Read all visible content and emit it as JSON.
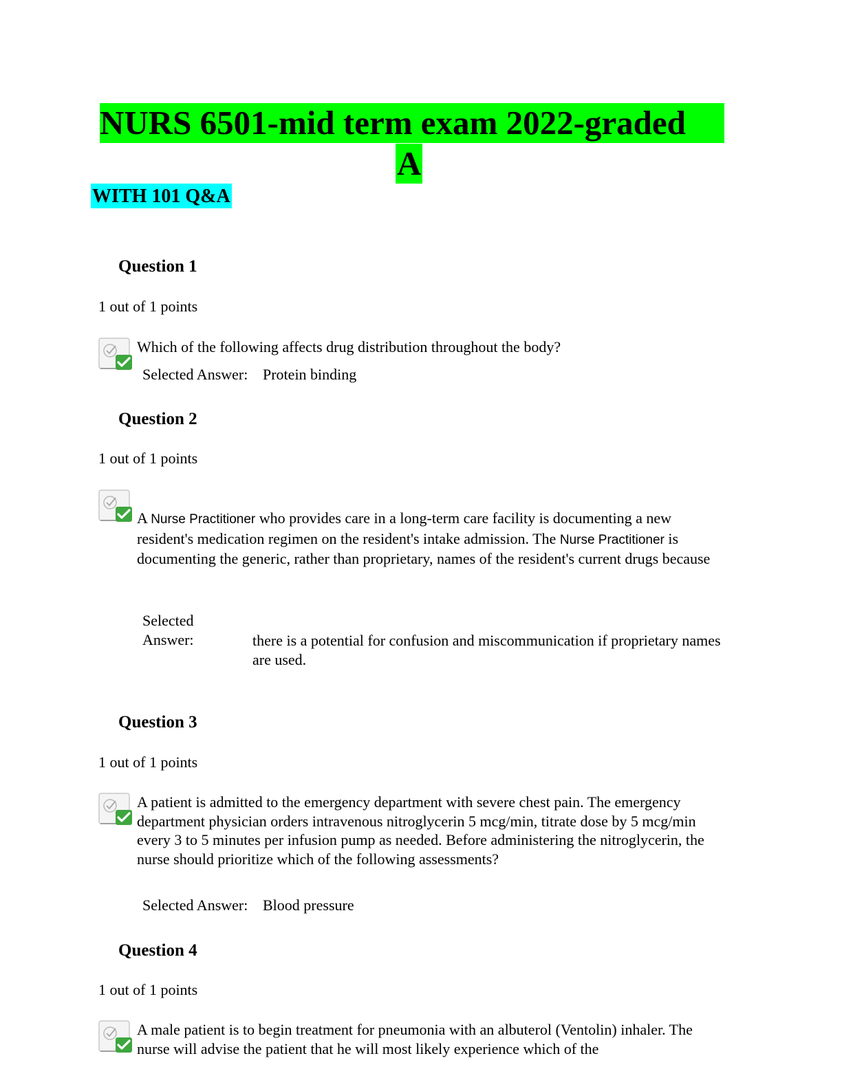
{
  "document": {
    "title_line1": "NURS 6501-mid term exam 2022-graded",
    "title_line2": "A",
    "subtitle": "WITH 101 Q&A",
    "highlight_title": "#00ff00",
    "highlight_subtitle": "#00ffff"
  },
  "questions": [
    {
      "heading": "Question 1",
      "points": "1 out of 1 points",
      "icon": "correct-answer-check-icon",
      "text": "Which of the following affects drug distribution throughout the body?",
      "selected_label": "Selected Answer:",
      "selected_answer": "Protein binding"
    },
    {
      "heading": "Question 2",
      "points": "1 out of 1 points",
      "icon": "correct-answer-check-icon",
      "text_parts": [
        "A ",
        "Nurse Practitioner",
        " who provides care in a long-term care facility is documenting a new resident's medication regimen on the resident's intake admission. The ",
        "Nurse Practitioner",
        " is documenting the generic, rather than proprietary, names of the resident's current drugs because"
      ],
      "selected_label_line1": "Selected",
      "selected_label_line2": "Answer:",
      "selected_answer": "there is a potential for confusion and miscommunication if proprietary names are used."
    },
    {
      "heading": "Question 3",
      "points": "1 out of 1 points",
      "icon": "correct-answer-check-icon",
      "text": "A patient is admitted to the emergency department with severe chest pain. The emergency department physician orders intravenous nitroglycerin 5 mcg/min, titrate dose by 5 mcg/min every 3 to 5 minutes per infusion pump as needed. Before administering the nitroglycerin, the nurse should prioritize which of the following assessments?",
      "selected_label": "Selected Answer:",
      "selected_answer": "Blood pressure"
    },
    {
      "heading": "Question 4",
      "points": "1 out of 1 points",
      "icon": "correct-answer-check-icon",
      "text": "A male patient is to begin treatment for pneumonia with an albuterol (Ventolin) inhaler. The nurse will advise the patient that he will most likely experience which of the"
    }
  ]
}
